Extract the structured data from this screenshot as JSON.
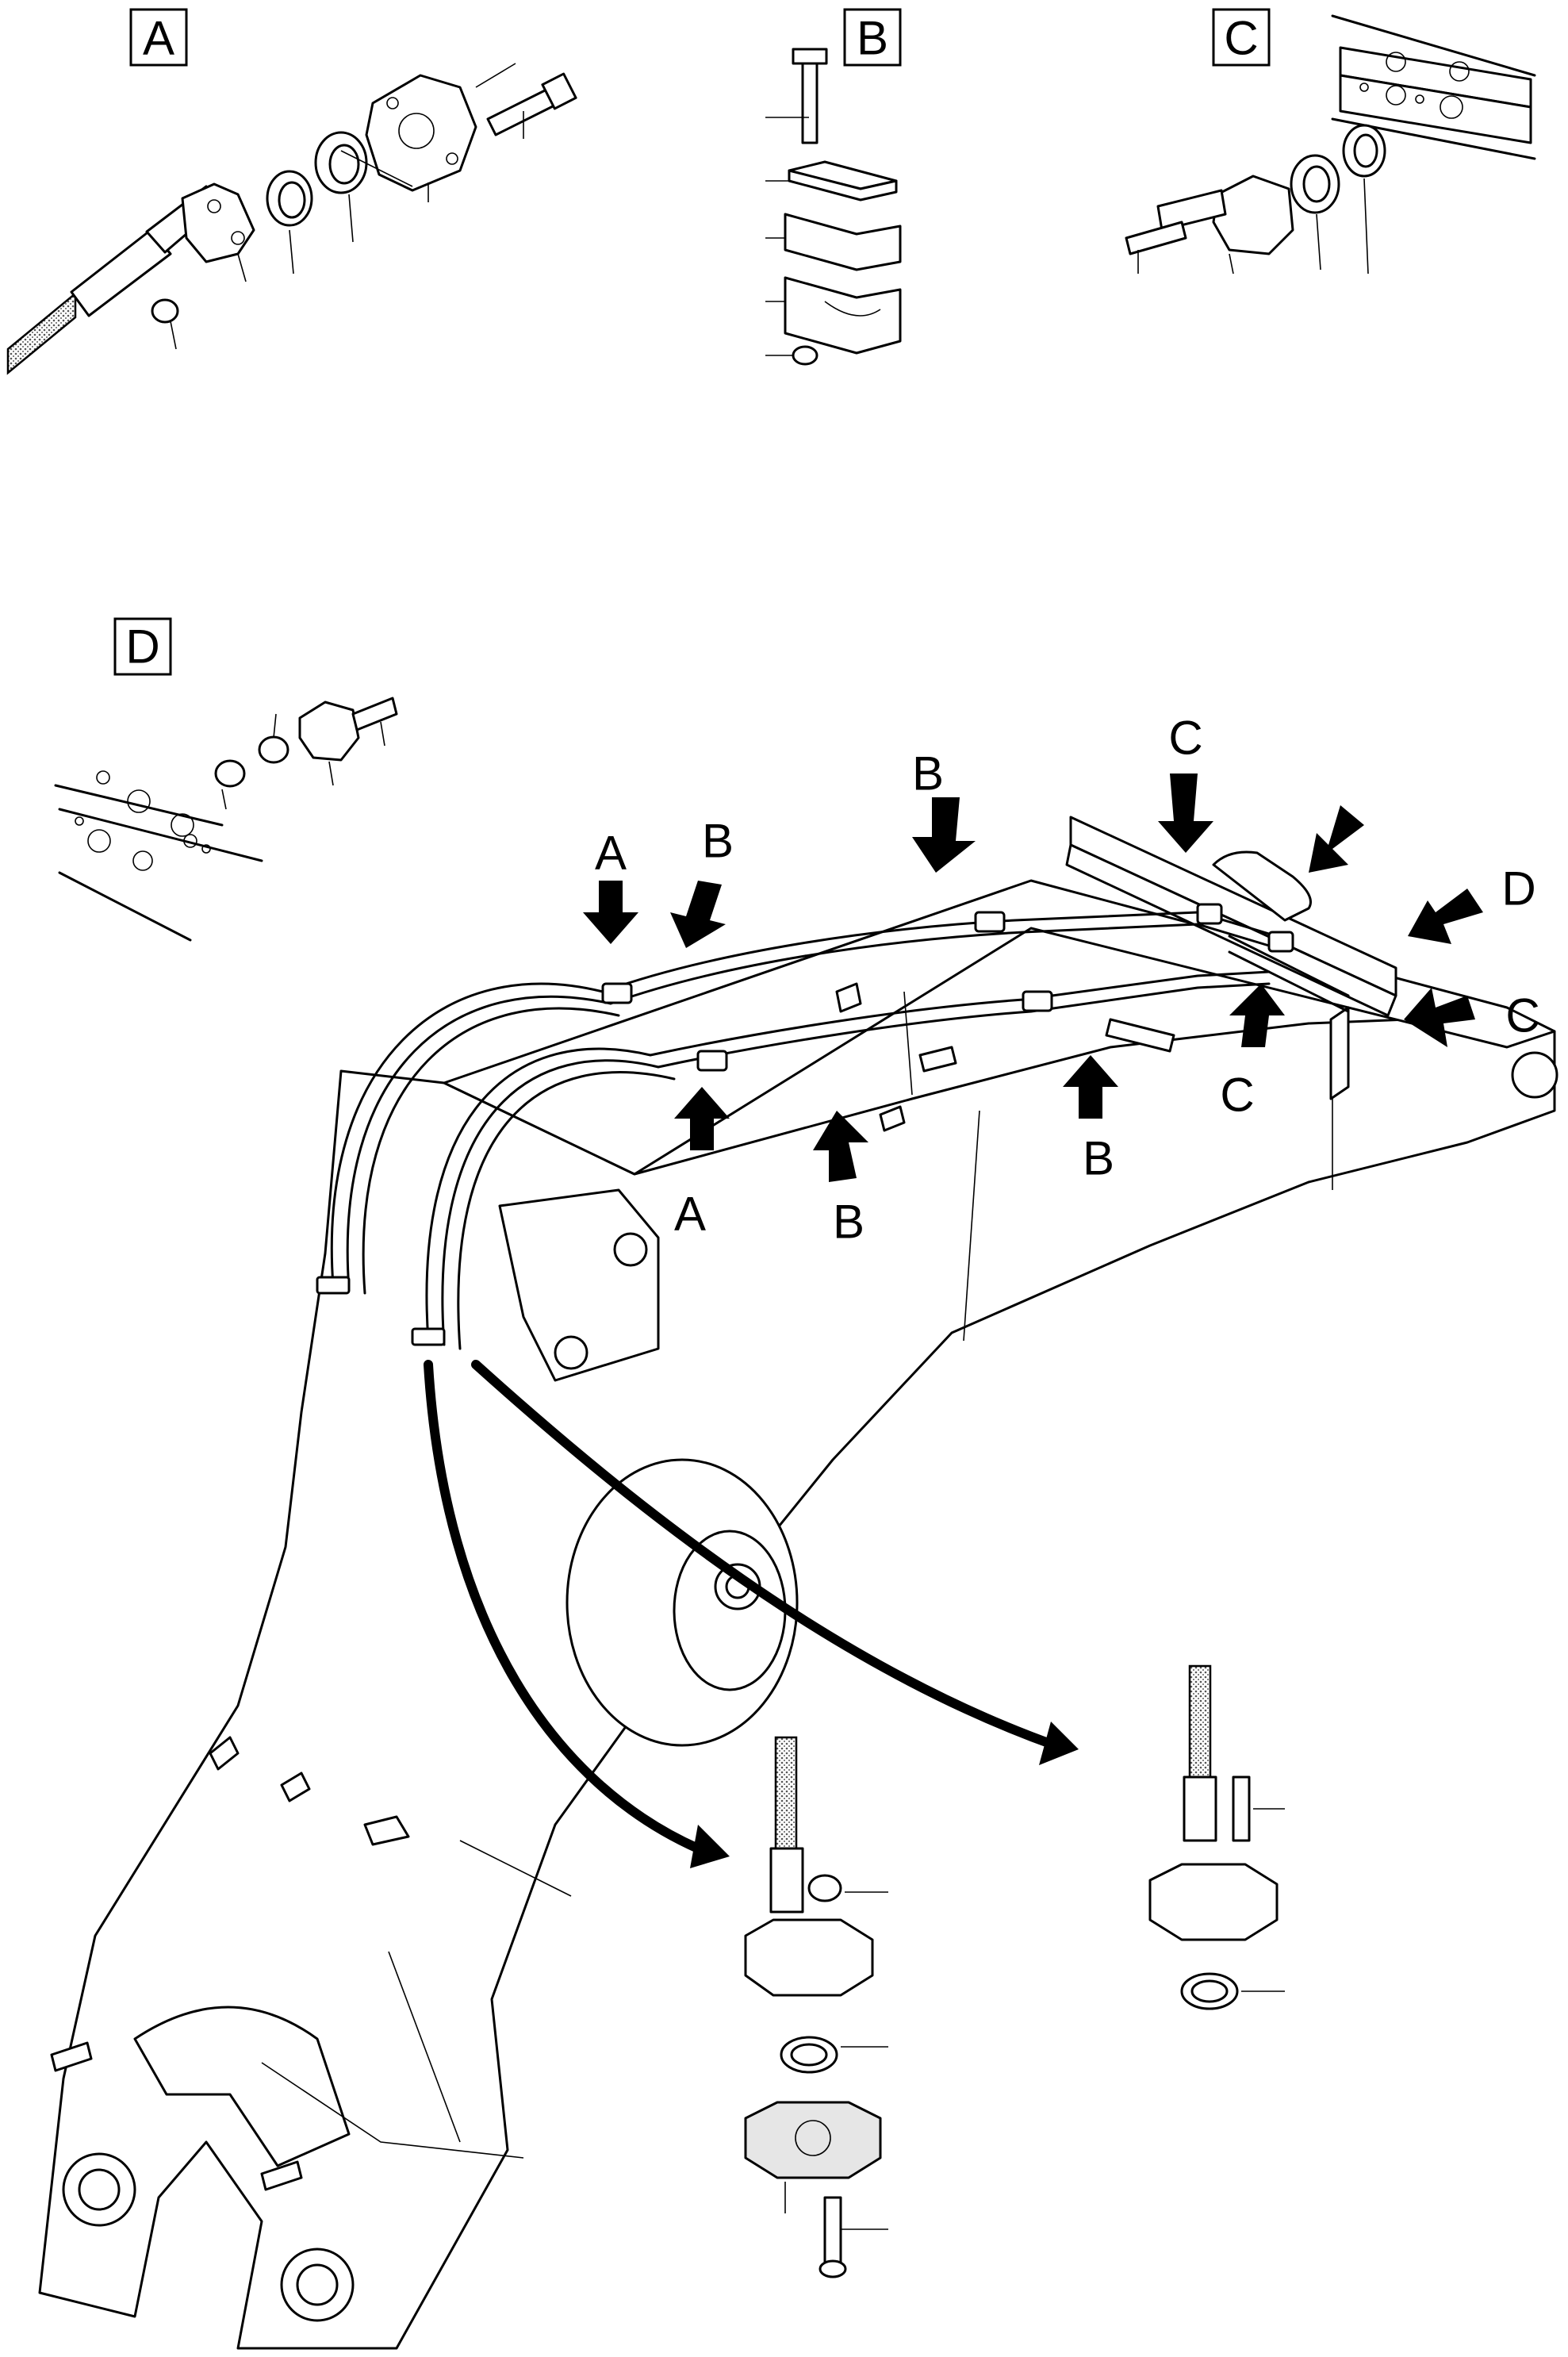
{
  "detail_labels": {
    "A": "A",
    "B": "B",
    "C": "C",
    "D": "D"
  },
  "callouts": [
    {
      "id": "a-top",
      "text": "A"
    },
    {
      "id": "a-bottom",
      "text": "A"
    },
    {
      "id": "b-1",
      "text": "B"
    },
    {
      "id": "b-2",
      "text": "B"
    },
    {
      "id": "b-3",
      "text": "B"
    },
    {
      "id": "b-4",
      "text": "B"
    },
    {
      "id": "c-top",
      "text": "C"
    },
    {
      "id": "c-right",
      "text": "C"
    },
    {
      "id": "c-bottom",
      "text": "C"
    },
    {
      "id": "d-right",
      "text": "D"
    }
  ],
  "colors": {
    "line": "#000000",
    "background": "#ffffff",
    "hose_shading": "#9a9a9a",
    "highlighted_part": "#e6e6e6"
  }
}
